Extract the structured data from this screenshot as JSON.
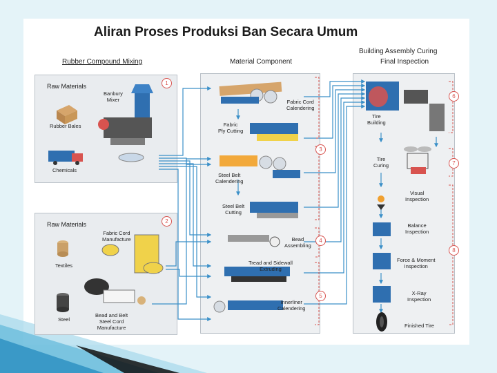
{
  "title": "Aliran Proses Produksi Ban Secara Umum",
  "columns": {
    "mixing": "Rubber Compound Mixing",
    "material": "Material Component",
    "building_line1": "Building Assembly   Curing",
    "building_line2": "Final Inspection"
  },
  "panel_top": {
    "title": "Raw Materials",
    "banbury": "Banbury\nMixer",
    "rubber_bales": "Rubber Bales",
    "chemicals": "Chemicals"
  },
  "panel_bottom": {
    "title": "Raw Materials",
    "fabric_cord": "Fabric Cord\nManufacture",
    "textiles": "Textiles",
    "steel": "Steel",
    "bead_belt": "Bead and Belt\nSteel Cord\nManufacture"
  },
  "material_steps": {
    "fabric_cord_cal": "Fabric Cord\nCalendering",
    "fabric_ply": "Fabric\nPly Cutting",
    "steel_belt_cal": "Steel Belt\nCalendering",
    "steel_belt_cut": "Steel Belt\nCutting",
    "bead": "Bead\nAssembling",
    "tread": "Tread and Sidewall\nExtruding",
    "innerliner": "Innerliner\nCalendering"
  },
  "final_steps": {
    "tire_building": "Tire\nBuilding",
    "tire_curing": "Tire\nCuring",
    "visual": "Visual\nInspection",
    "balance": "Balance\nInspection",
    "force_moment": "Force & Moment\nInspection",
    "xray": "X-Ray\nInspection",
    "finished": "Finished Tire"
  },
  "step_numbers": [
    "1",
    "2",
    "3",
    "4",
    "5",
    "6",
    "7",
    "8"
  ],
  "colors": {
    "flow_arrow": "#3a8fc8",
    "machine_blue": "#2f6fb0",
    "accent_red": "#d8534f",
    "panel_gray": "#e9ecef"
  }
}
